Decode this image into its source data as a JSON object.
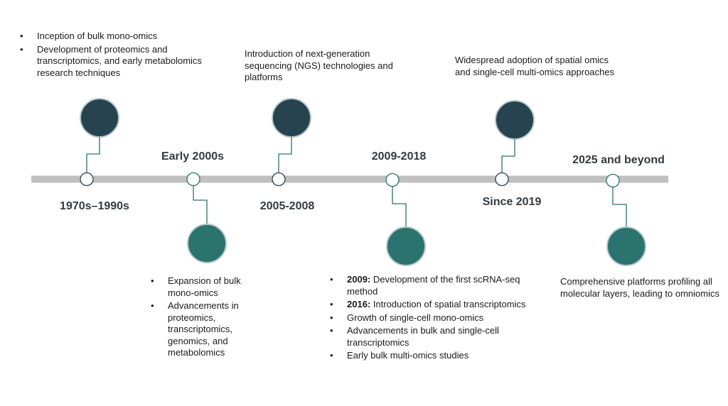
{
  "colors": {
    "axis": "#c0c0c0",
    "dark_node": "#26434f",
    "teal_node": "#2a736f",
    "connector": "#2a736f",
    "node_ring": "#b7c6cb"
  },
  "periods": [
    {
      "id": "1970s",
      "label": "1970s–1990s",
      "side": "top",
      "description_items": [
        {
          "bold": "",
          "text": "Inception of bulk mono-omics"
        },
        {
          "bold": "",
          "text": "Development of proteomics and transcriptomics, and early metabolomics research techniques"
        }
      ]
    },
    {
      "id": "early2000s",
      "label": "Early 2000s",
      "side": "bottom",
      "description_items": [
        {
          "bold": "",
          "text": "Expansion of bulk mono-omics"
        },
        {
          "bold": "",
          "text": "Advancements in proteomics, transcriptomics, genomics, and metabolomics"
        }
      ]
    },
    {
      "id": "2005",
      "label": "2005-2008",
      "side": "top",
      "description": "Introduction of next-generation sequencing (NGS) technologies and platforms"
    },
    {
      "id": "2009",
      "label": "2009-2018",
      "side": "bottom",
      "description_items": [
        {
          "bold": "2009:",
          "text": " Development of the first scRNA-seq method"
        },
        {
          "bold": "2016:",
          "text": " Introduction of spatial transcriptomics"
        },
        {
          "bold": "",
          "text": "Growth of single-cell mono-omics"
        },
        {
          "bold": "",
          "text": "Advancements in bulk and single-cell transcriptomics"
        },
        {
          "bold": "",
          "text": "Early bulk multi-omics studies"
        }
      ]
    },
    {
      "id": "2019",
      "label": "Since 2019",
      "side": "top",
      "description": "Widespread adoption of spatial omics and single-cell multi-omics approaches"
    },
    {
      "id": "2025",
      "label": "2025 and beyond",
      "side": "bottom",
      "description": "Comprehensive platforms profiling all molecular layers, leading to omniomics"
    }
  ]
}
